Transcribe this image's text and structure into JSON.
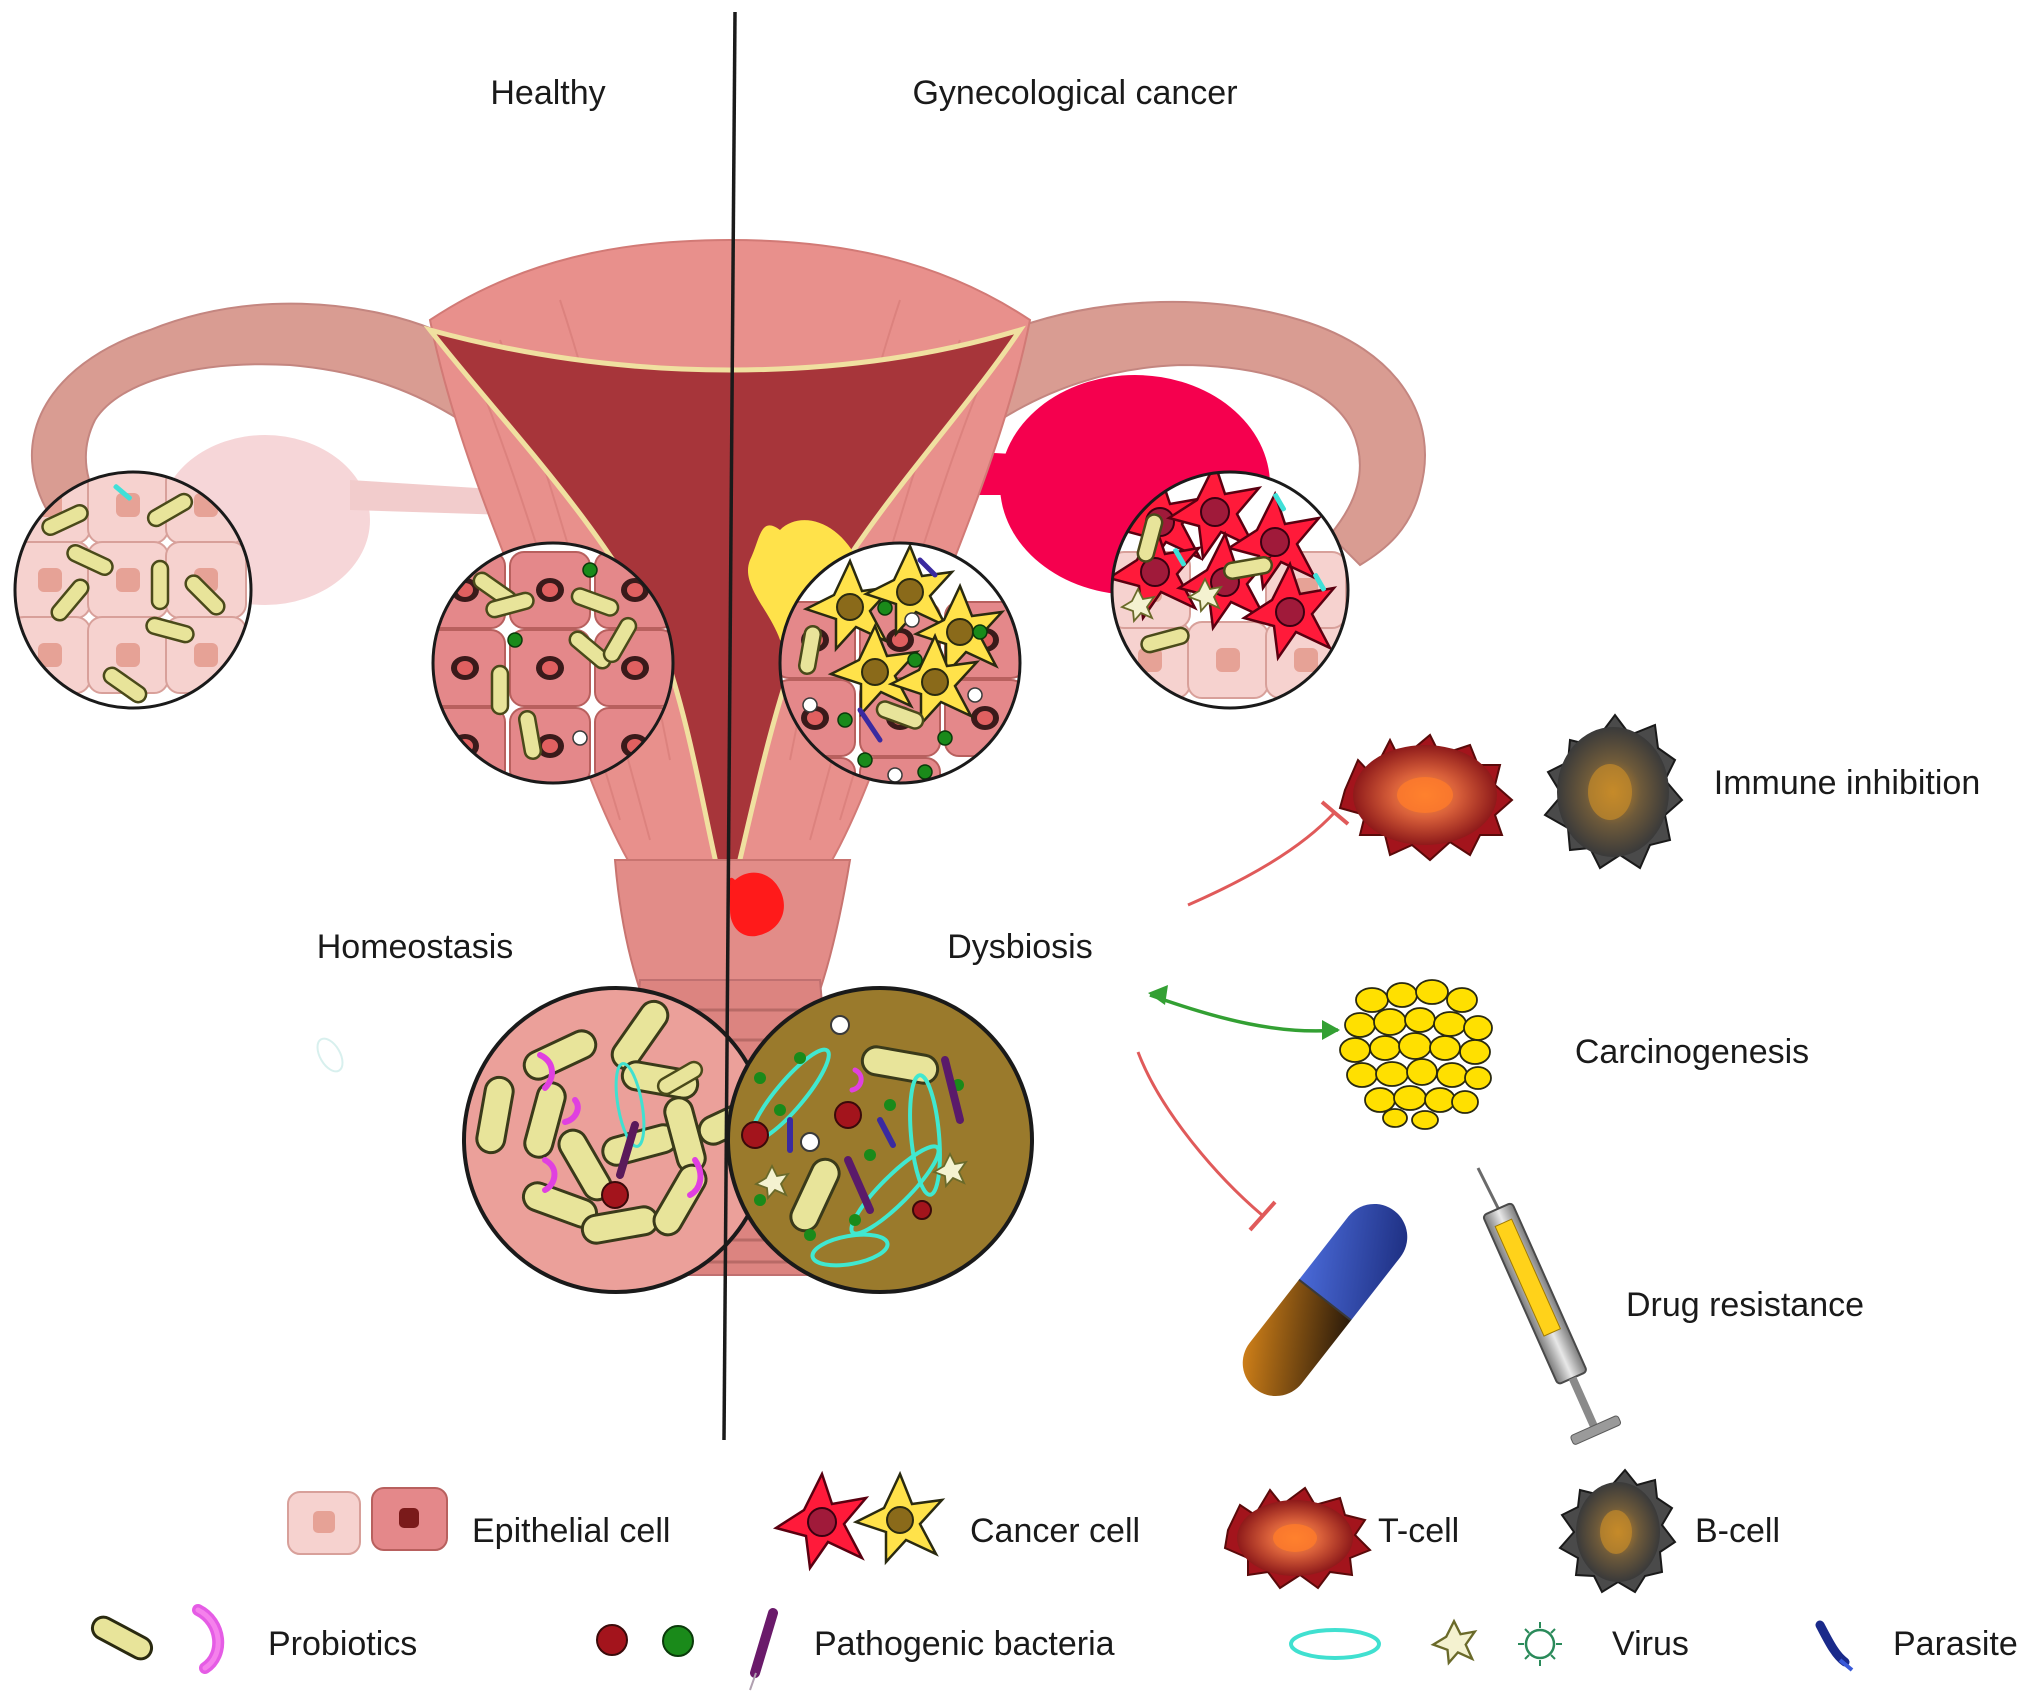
{
  "labels": {
    "healthy": "Healthy",
    "cancer": "Gynecological cancer",
    "homeostasis": "Homeostasis",
    "dysbiosis": "Dysbiosis",
    "immune_inhibition": "Immune inhibition",
    "carcinogenesis": "Carcinogenesis",
    "drug_resistance": "Drug resistance"
  },
  "legend": {
    "epithelial": "Epithelial cell",
    "cancer_cell": "Cancer cell",
    "t_cell": "T-cell",
    "b_cell": "B-cell",
    "probiotics": "Probiotics",
    "pathogenic": "Pathogenic bacteria",
    "virus": "Virus",
    "parasite": "Parasite"
  },
  "colors": {
    "uterus": "#e8908c",
    "cavity": "#a7353a",
    "tube": "#d99c92",
    "cancer_ovary": "#f5004e",
    "yellow_tumor": "#ffe24a",
    "red_tumor": "#ff1a1a",
    "probiotic": "#e8e49a",
    "pathogen_red": "#a3141c",
    "pathogen_green": "#1a8a1a",
    "dysbiosis_bg": "#9a7a2c",
    "arrow_red": "#e05a5a",
    "arrow_green": "#33a033"
  }
}
